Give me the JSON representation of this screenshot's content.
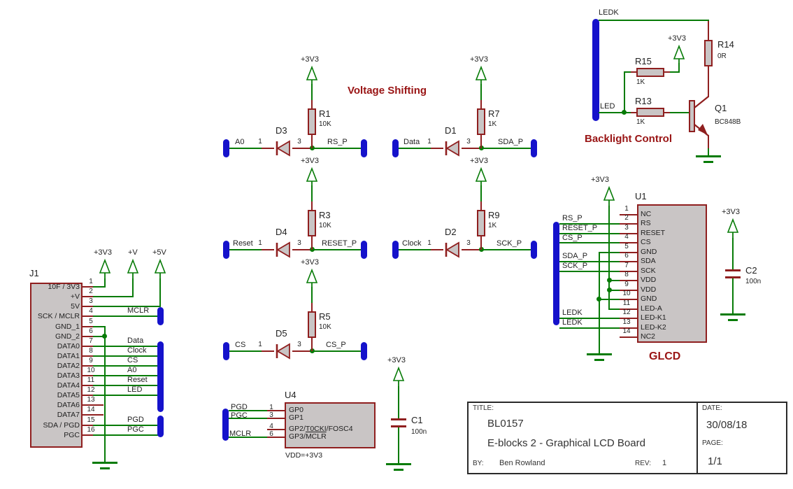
{
  "colors": {
    "wire_green": "#077b07",
    "part_red": "#8f1f1f",
    "part_fill": "#c9c5c5",
    "connector_blue": "#1512cb",
    "heading_red": "#991414"
  },
  "headings": {
    "voltage_shifting": "Voltage Shifting",
    "backlight": "Backlight Control",
    "glcd": "GLCD"
  },
  "supply_3v3": "+3V3",
  "j1": {
    "ref": "J1",
    "supplies": [
      "+3V3",
      "+V",
      "+5V"
    ],
    "pins": [
      {
        "num": "1",
        "name": "10F / 3V3"
      },
      {
        "num": "2",
        "name": "+V"
      },
      {
        "num": "3",
        "name": "5V"
      },
      {
        "num": "4",
        "name": "SCK / MCLR",
        "net": "MCLR"
      },
      {
        "num": "5",
        "name": "GND_1"
      },
      {
        "num": "6",
        "name": "GND_2"
      },
      {
        "num": "7",
        "name": "DATA0",
        "net": "Data"
      },
      {
        "num": "8",
        "name": "DATA1",
        "net": "Clock"
      },
      {
        "num": "9",
        "name": "DATA2",
        "net": "CS"
      },
      {
        "num": "10",
        "name": "DATA3",
        "net": "A0"
      },
      {
        "num": "11",
        "name": "DATA4",
        "net": "Reset"
      },
      {
        "num": "12",
        "name": "DATA5",
        "net": "LED"
      },
      {
        "num": "13",
        "name": "DATA6"
      },
      {
        "num": "14",
        "name": "DATA7"
      },
      {
        "num": "15",
        "name": "SDA / PGD",
        "net": "PGD"
      },
      {
        "num": "16",
        "name": "PGC",
        "net": "PGC"
      }
    ]
  },
  "shifting_rows": [
    {
      "input": "A0",
      "pin_a": "1",
      "pin_b": "3",
      "diode": "D3",
      "res": "R1",
      "res_val": "10K",
      "output": "RS_P",
      "supply": "+3V3"
    },
    {
      "input": "Data",
      "pin_a": "1",
      "pin_b": "3",
      "diode": "D1",
      "res": "R7",
      "res_val": "1K",
      "output": "SDA_P",
      "supply": "+3V3"
    },
    {
      "input": "Reset",
      "pin_a": "1",
      "pin_b": "3",
      "diode": "D4",
      "res": "R3",
      "res_val": "10K",
      "output": "RESET_P",
      "supply": "+3V3"
    },
    {
      "input": "Clock",
      "pin_a": "1",
      "pin_b": "3",
      "diode": "D2",
      "res": "R9",
      "res_val": "1K",
      "output": "SCK_P",
      "supply": "+3V3"
    },
    {
      "input": "CS",
      "pin_a": "1",
      "pin_b": "3",
      "diode": "D5",
      "res": "R5",
      "res_val": "10K",
      "output": "CS_P",
      "supply": "+3V3"
    }
  ],
  "backlight": {
    "ledk": "LEDK",
    "led": "LED",
    "supply": "+3V3",
    "r15": {
      "ref": "R15",
      "val": "1K"
    },
    "r13": {
      "ref": "R13",
      "val": "1K"
    },
    "r14": {
      "ref": "R14",
      "val": "0R"
    },
    "q1": {
      "ref": "Q1",
      "val": "BC848B"
    }
  },
  "u1": {
    "ref": "U1",
    "supply": "+3V3",
    "pins": [
      {
        "num": "1",
        "name": "NC"
      },
      {
        "num": "2",
        "name": "RS",
        "net": "RS_P"
      },
      {
        "num": "3",
        "name": "RESET",
        "net": "RESET_P"
      },
      {
        "num": "4",
        "name": "CS",
        "net": "CS_P"
      },
      {
        "num": "5",
        "name": "GND"
      },
      {
        "num": "6",
        "name": "SDA",
        "net": "SDA_P"
      },
      {
        "num": "7",
        "name": "SCK",
        "net": "SCK_P"
      },
      {
        "num": "8",
        "name": "VDD"
      },
      {
        "num": "9",
        "name": "VDD"
      },
      {
        "num": "10",
        "name": "GND"
      },
      {
        "num": "11",
        "name": "LED-A"
      },
      {
        "num": "12",
        "name": "LED-K1",
        "net": "LEDK"
      },
      {
        "num": "13",
        "name": "LED-K2",
        "net": "LEDK"
      },
      {
        "num": "14",
        "name": "NC2"
      }
    ]
  },
  "u4": {
    "ref": "U4",
    "note": "VDD=+3V3",
    "pins": [
      {
        "num": "1",
        "name": "GP0",
        "net": "PGD"
      },
      {
        "num": "3",
        "name": "GP1",
        "net": "PGC"
      },
      {
        "num": "4",
        "name": "GP2/T0CKI/FOSC4"
      },
      {
        "num": "6",
        "name_pre": "GP3/",
        "name_ov": "MCLR",
        "net": "MCLR"
      }
    ]
  },
  "c1": {
    "ref": "C1",
    "val": "100n",
    "supply": "+3V3"
  },
  "c2": {
    "ref": "C2",
    "val": "100n",
    "supply": "+3V3"
  },
  "title_block": {
    "title_label": "TITLE:",
    "code": "BL0157",
    "name": "E-blocks 2 - Graphical LCD Board",
    "by_label": "BY:",
    "by": "Ben Rowland",
    "rev_label": "REV:",
    "rev": "1",
    "date_label": "DATE:",
    "date": "30/08/18",
    "page_label": "PAGE:",
    "page": "1/1"
  }
}
